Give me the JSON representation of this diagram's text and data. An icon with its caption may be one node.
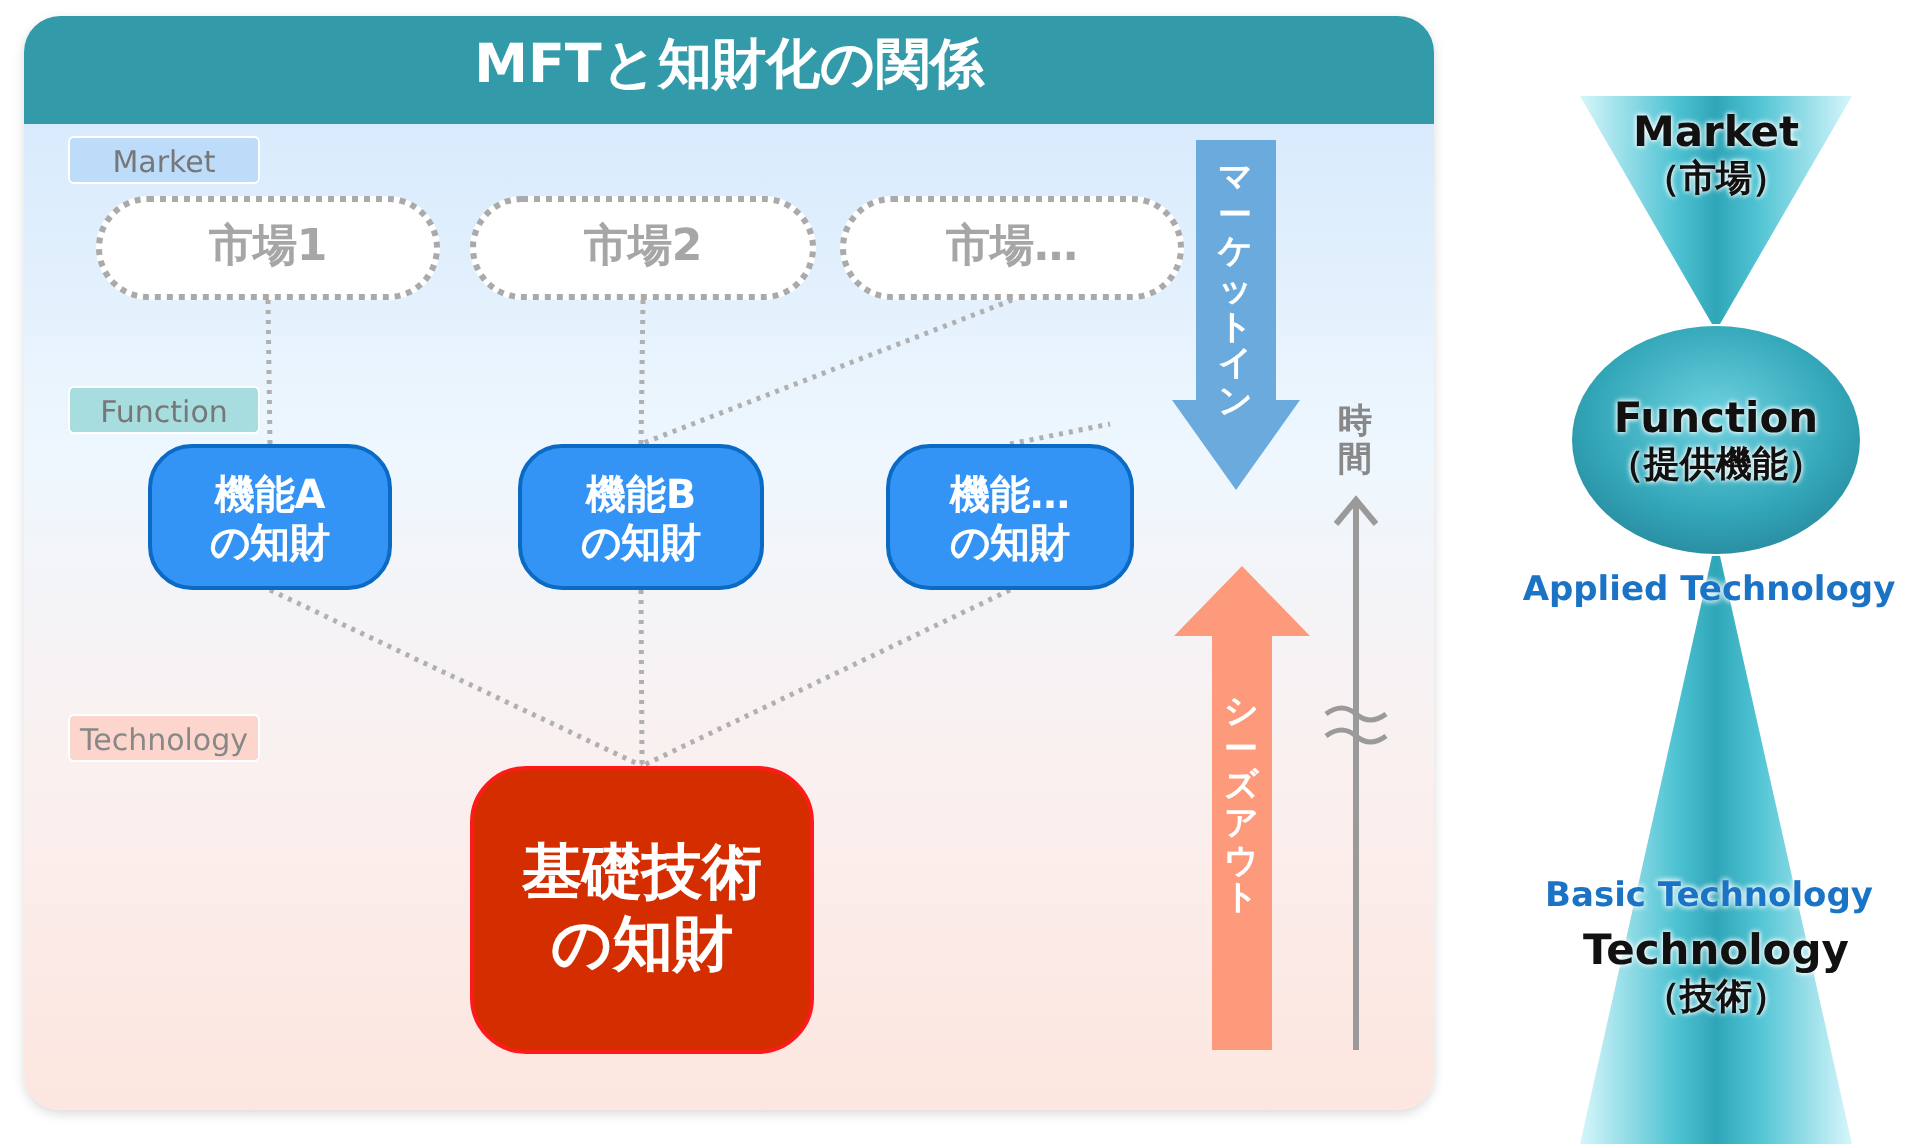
{
  "diagram": {
    "title": "MFTと知財化の関係",
    "nodes": [
      {
        "text": [
          "市場1"
        ]
      },
      {
        "text": [
          "市場2"
        ]
      },
      {
        "text": [
          "市場…"
        ]
      },
      {
        "text": [
          "機能Aの知財"
        ]
      },
      {
        "text": [
          "機能Bの知財"
        ]
      },
      {
        "text": [
          "機能…の知財"
        ]
      },
      {
        "text": [
          "基礎技術の知財"
        ]
      },
      {
        "text": [
          "Market",
          "（市場）"
        ]
      },
      {
        "text": [
          "Function",
          "（提供機能）"
        ]
      },
      {
        "text": [
          "Technology",
          "（技術）"
        ]
      }
    ],
    "edges": [
      {
        "from": 0,
        "to": 3,
        "arrow": "none",
        "style": "dashed"
      },
      {
        "from": 1,
        "to": 4,
        "arrow": "none",
        "style": "dashed"
      },
      {
        "from": 2,
        "to": 4,
        "arrow": "none",
        "style": "dashed"
      },
      {
        "from": 5,
        "to": null,
        "arrow": "none",
        "style": "dashed"
      },
      {
        "from": 3,
        "to": 6,
        "arrow": "none",
        "style": "dashed"
      },
      {
        "from": 4,
        "to": 6,
        "arrow": "none",
        "style": "dashed"
      },
      {
        "from": 5,
        "to": 6,
        "arrow": "none",
        "style": "dashed"
      }
    ],
    "labels": [
      "Market",
      "Function",
      "Technology",
      "マーケットイン",
      "時間",
      "シーズアウト",
      "Applied Technology",
      "Basic Technology"
    ]
  }
}
